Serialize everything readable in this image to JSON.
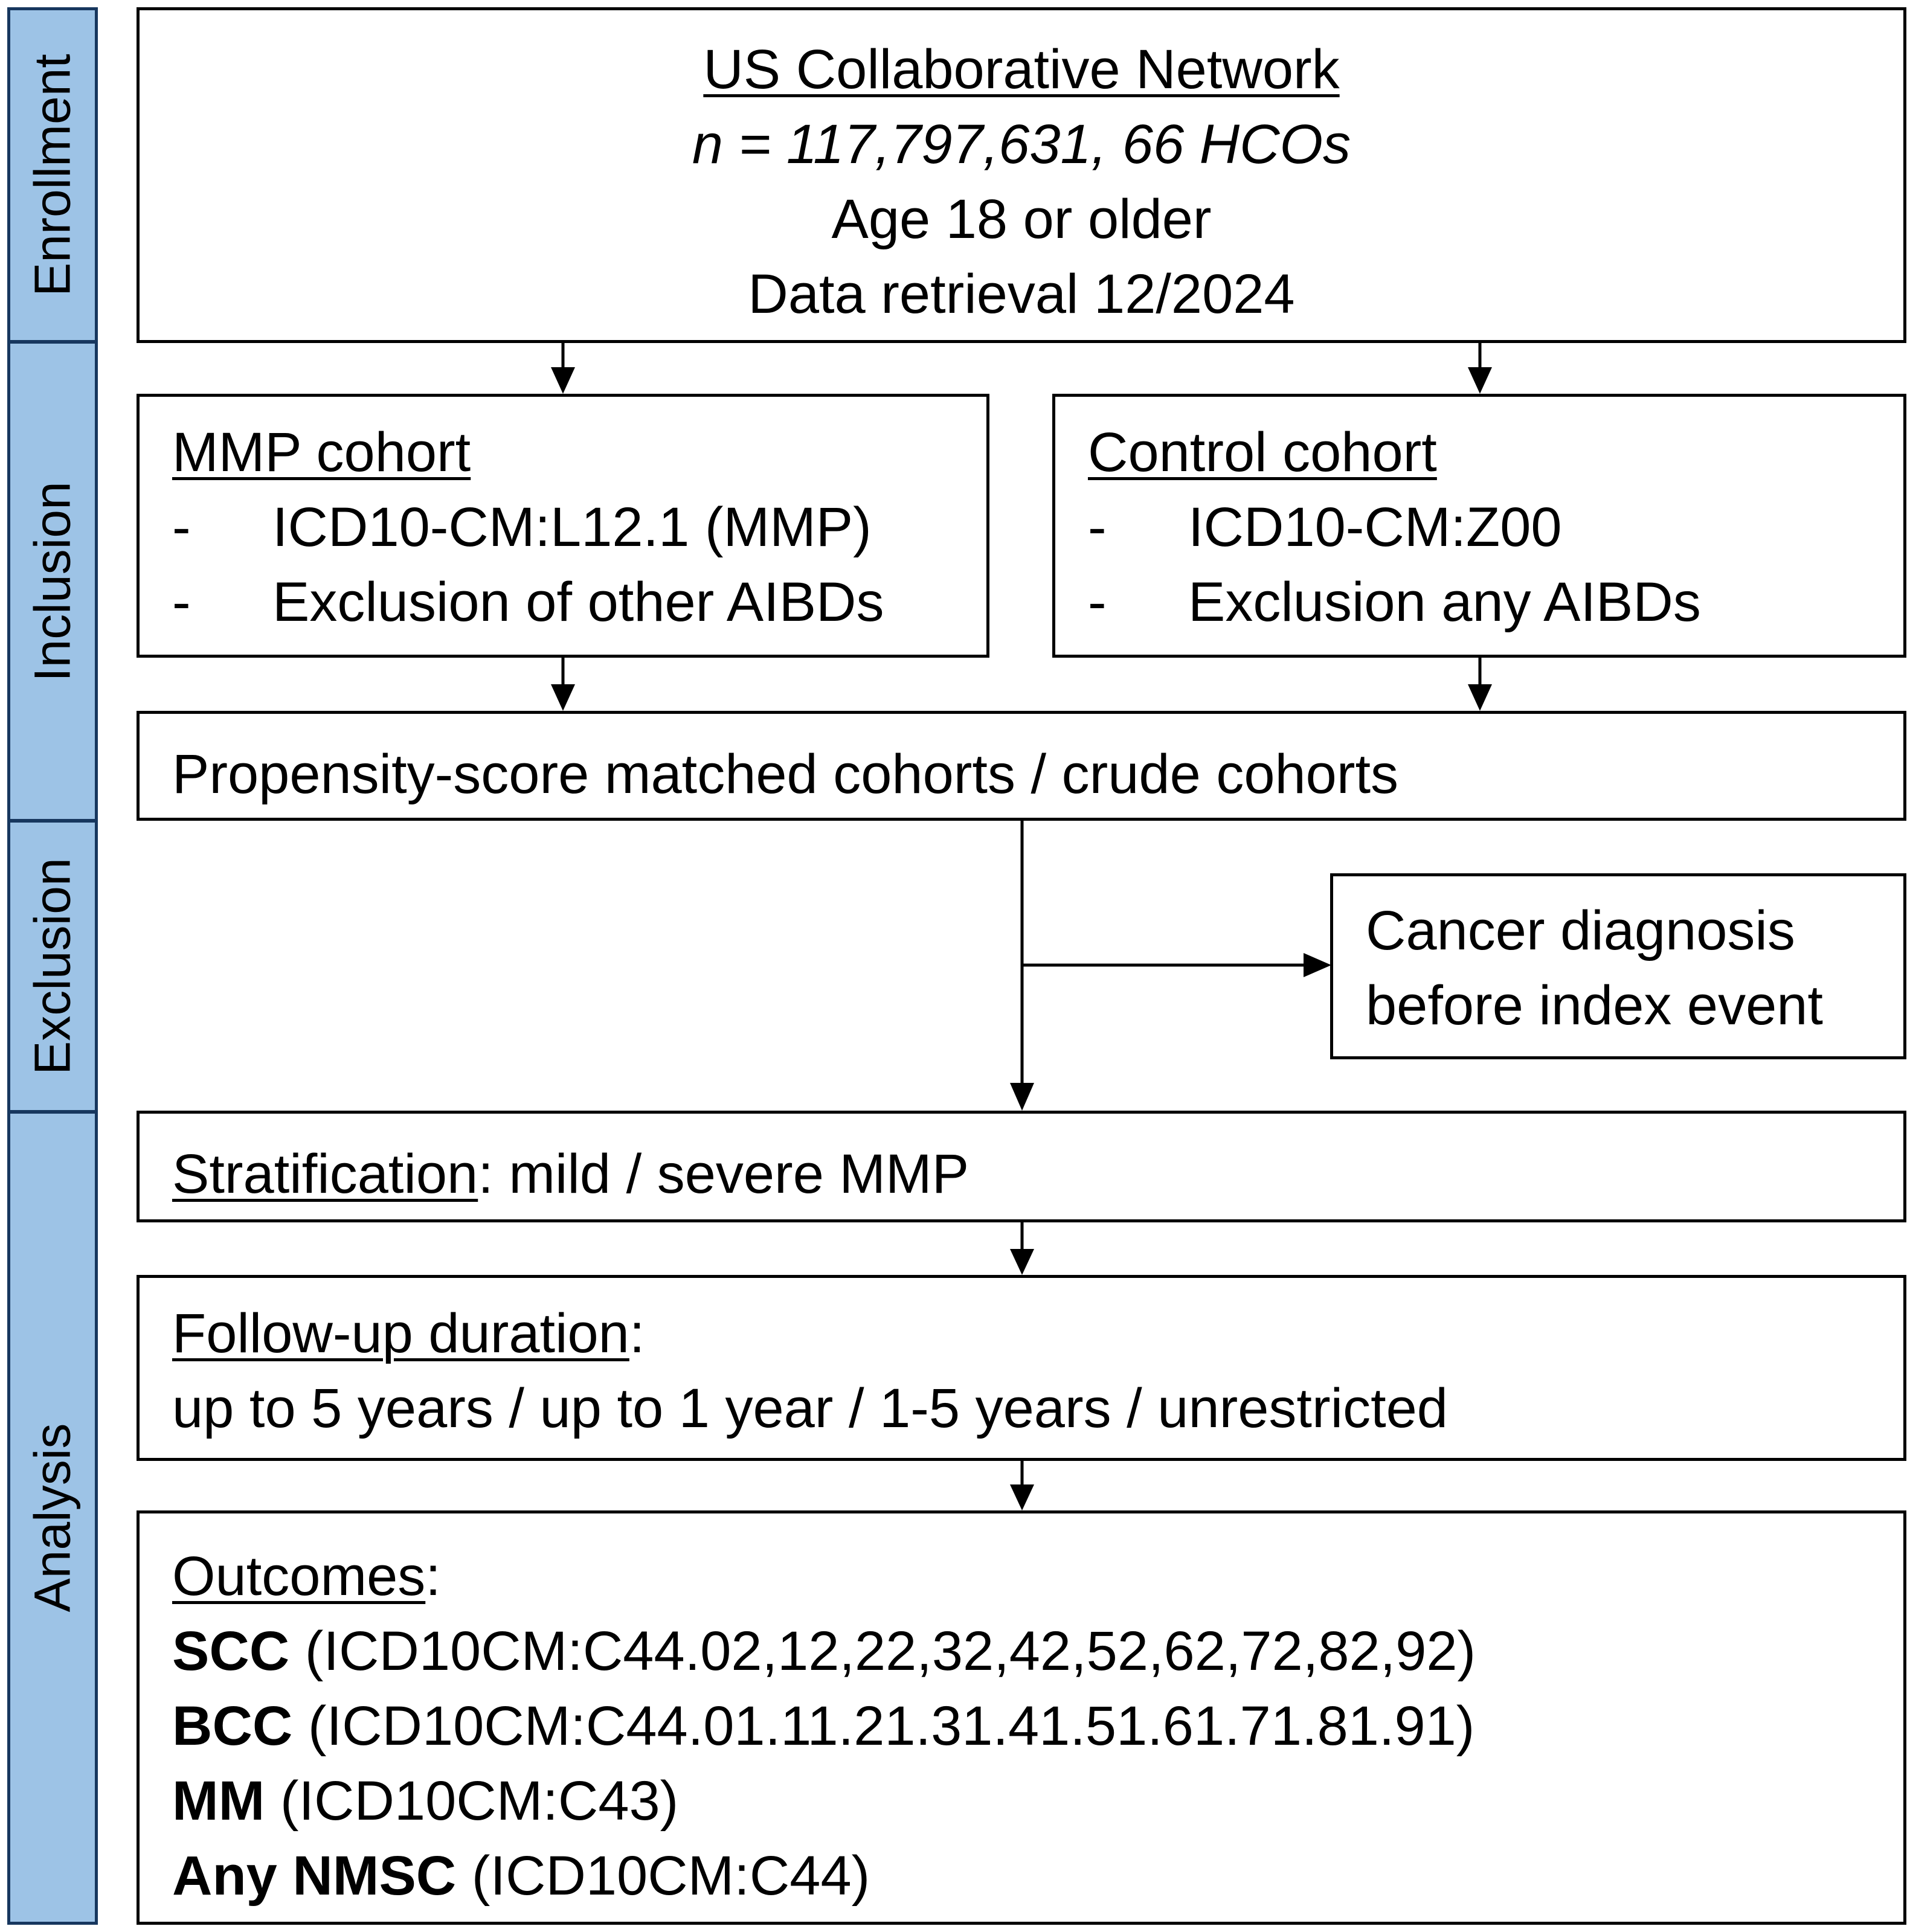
{
  "stages": [
    "Enrollment",
    "Inclusion",
    "Exclusion",
    "Analysis"
  ],
  "enrollment": {
    "title": "US Collaborative Network",
    "n_line": "n = 117,797,631, 66 HCOs",
    "age": "Age 18 or older",
    "retrieval": "Data retrieval 12/2024"
  },
  "mmp": {
    "title": "MMP cohort",
    "items": [
      "ICD10-CM:L12.1 (MMP)",
      "Exclusion of other AIBDs"
    ]
  },
  "control": {
    "title": "Control cohort",
    "items": [
      "ICD10-CM:Z00",
      "Exclusion any AIBDs"
    ]
  },
  "bullet_dash": "-",
  "matched": "Propensity-score matched cohorts / crude cohorts",
  "exclusion_box": [
    "Cancer diagnosis",
    "before index event"
  ],
  "stratification": {
    "label": "Stratification",
    "text": ": mild / severe MMP"
  },
  "followup": {
    "label": "Follow-up duration",
    "colon": ":",
    "text": "up to 5 years / up to 1 year / 1-5 years / unrestricted"
  },
  "outcomes": {
    "label": "Outcomes",
    "colon": ":",
    "items": [
      {
        "name": "SCC",
        "code": " (ICD10CM:C44.02,12,22,32,42,52,62,72,82,92)"
      },
      {
        "name": "BCC",
        "code": " (ICD10CM:C44.01.11.21.31.41.51.61.71.81.91)"
      },
      {
        "name": "MM",
        "code": " (ICD10CM:C43)"
      },
      {
        "name": "Any NMSC",
        "code": " (ICD10CM:C44)"
      }
    ]
  }
}
